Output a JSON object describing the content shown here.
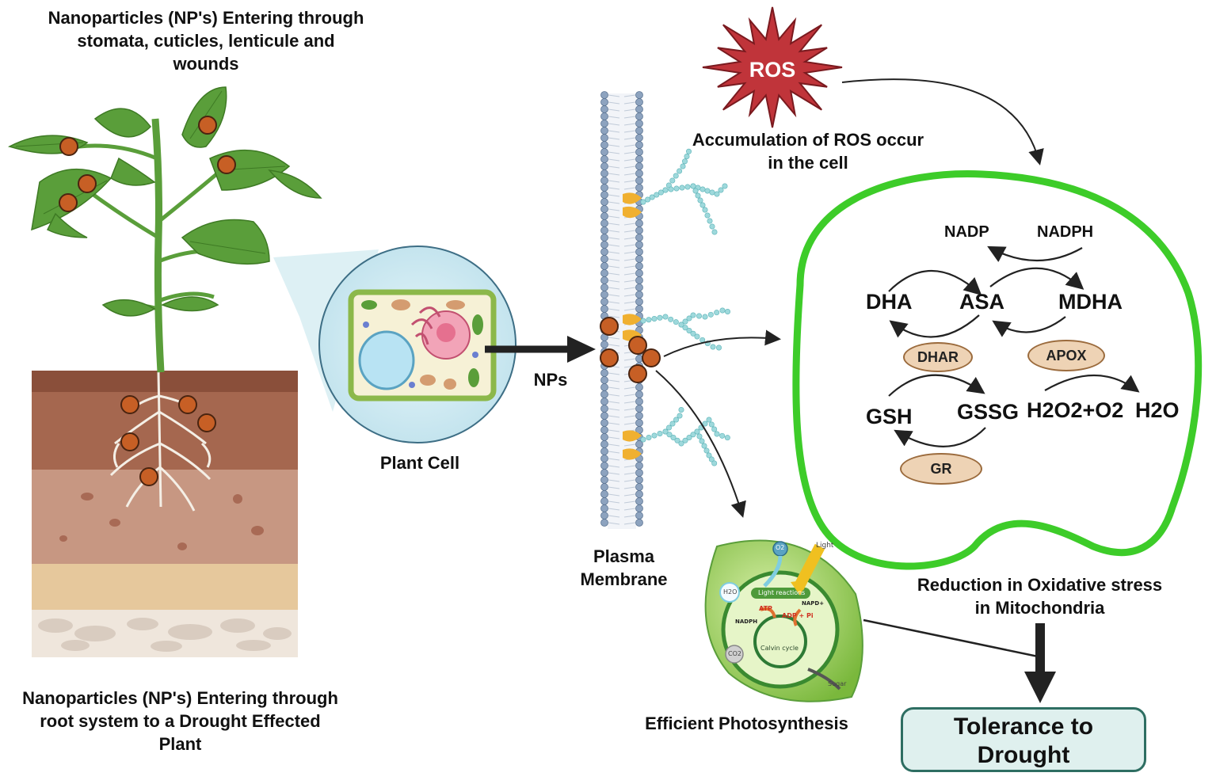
{
  "labels": {
    "top_left": [
      "Nanoparticles (NP's) Entering through",
      "stomata, cuticles, lenticule and",
      "wounds"
    ],
    "bottom_left": [
      "Nanoparticles (NP's) Entering through",
      "root system to a Drought Effected",
      "Plant"
    ],
    "plant_cell": "Plant Cell",
    "nps": "NPs",
    "plasma_membrane": [
      "Plasma",
      "Membrane"
    ],
    "ros": "ROS",
    "ros_accumulation": [
      "Accumulation of ROS occur",
      "in the cell"
    ],
    "reduction": [
      "Reduction in Oxidative stress",
      "in Mitochondria"
    ],
    "photosynthesis": "Efficient Photosynthesis",
    "tolerance": [
      "Tolerance to",
      "Drought"
    ]
  },
  "cycle": {
    "nadp": "NADP",
    "nadph": "NADPH",
    "dha": "DHA",
    "asa": "ASA",
    "mdha": "MDHA",
    "dhar": "DHAR",
    "apox": "APOX",
    "gsh": "GSH",
    "gssg": "GSSG",
    "h2o2_o2": "H2O2+O2",
    "h2o": "H2O",
    "gr": "GR"
  },
  "photo_diagram": {
    "o2": "O2",
    "light": "Light",
    "h2o": "H2O",
    "light_reactions": "Light reactions",
    "atp": "ATP",
    "napd": "NAPD+",
    "nadph": "NADPH",
    "adp_pi": "ADP + Pi",
    "co2": "CO2",
    "calvin_cycle": "Calvin cycle",
    "sugar": "Sugar"
  },
  "colors": {
    "np_orange": "#c75f25",
    "mito_outline": "#3dcc29",
    "ros_red": "#c0343a",
    "enzyme_fill": "#eed3b5",
    "tolerance_fill": "#dff0ee",
    "membrane_blue": "#8da3bf",
    "leaf_green": "#5a9e3a",
    "soil_brown": "#a5674f"
  }
}
